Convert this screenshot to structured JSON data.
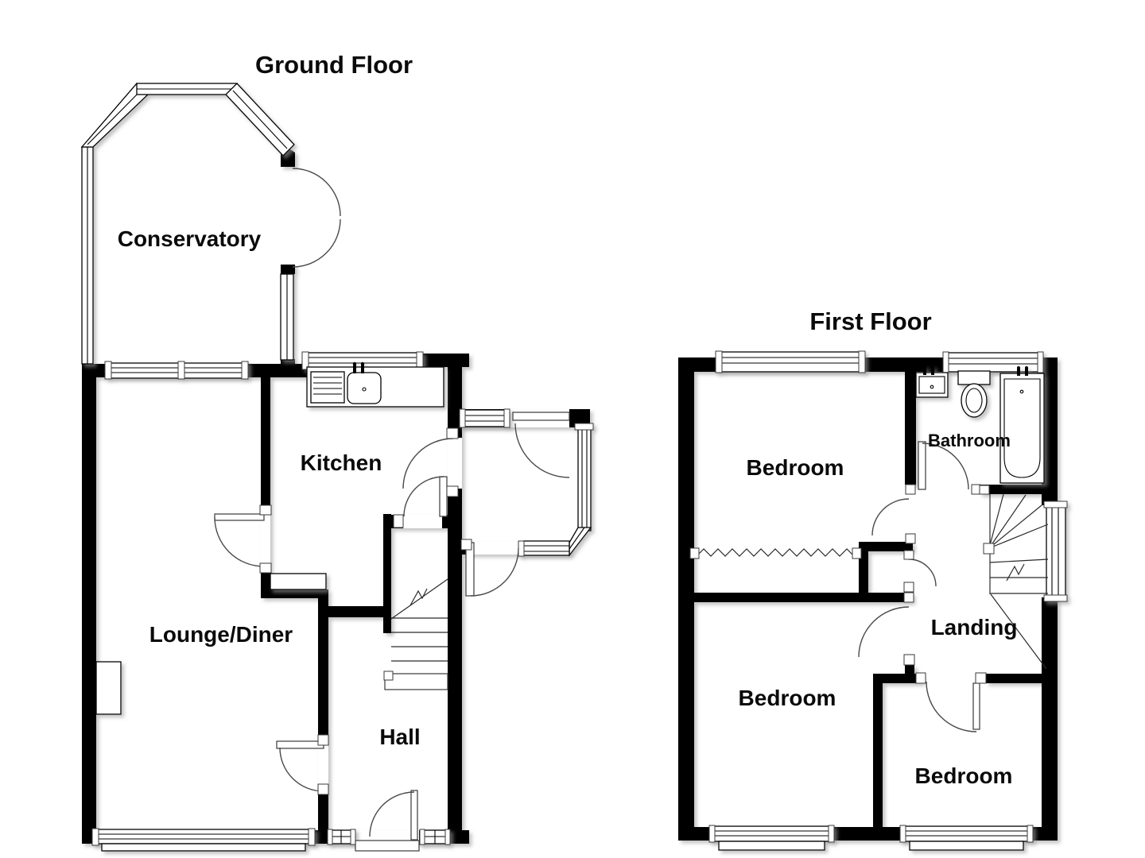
{
  "palette": {
    "background": "#ffffff",
    "walls": "#000000",
    "lines": "#2a2a2a",
    "shadow": "#9e9e9e"
  },
  "floors": [
    {
      "id": "ground-floor",
      "title": "Ground Floor",
      "rooms": [
        {
          "label": "Conservatory"
        },
        {
          "label": "Kitchen"
        },
        {
          "label": "Lounge/Diner"
        },
        {
          "label": "Hall"
        }
      ],
      "features": [
        "conservatory-glazing",
        "french-doors",
        "kitchen-sink-unit",
        "worktop",
        "chimney-breast",
        "staircase-up",
        "entrance-porch",
        "front-door"
      ]
    },
    {
      "id": "first-floor",
      "title": "First Floor",
      "rooms": [
        {
          "label": "Bedroom"
        },
        {
          "label": "Bathroom"
        },
        {
          "label": "Landing"
        },
        {
          "label": "Bedroom"
        },
        {
          "label": "Bedroom"
        }
      ],
      "features": [
        "wash-basin",
        "toilet",
        "bathtub",
        "airing-cupboard",
        "staircase-down",
        "zigzag-partition"
      ]
    }
  ]
}
